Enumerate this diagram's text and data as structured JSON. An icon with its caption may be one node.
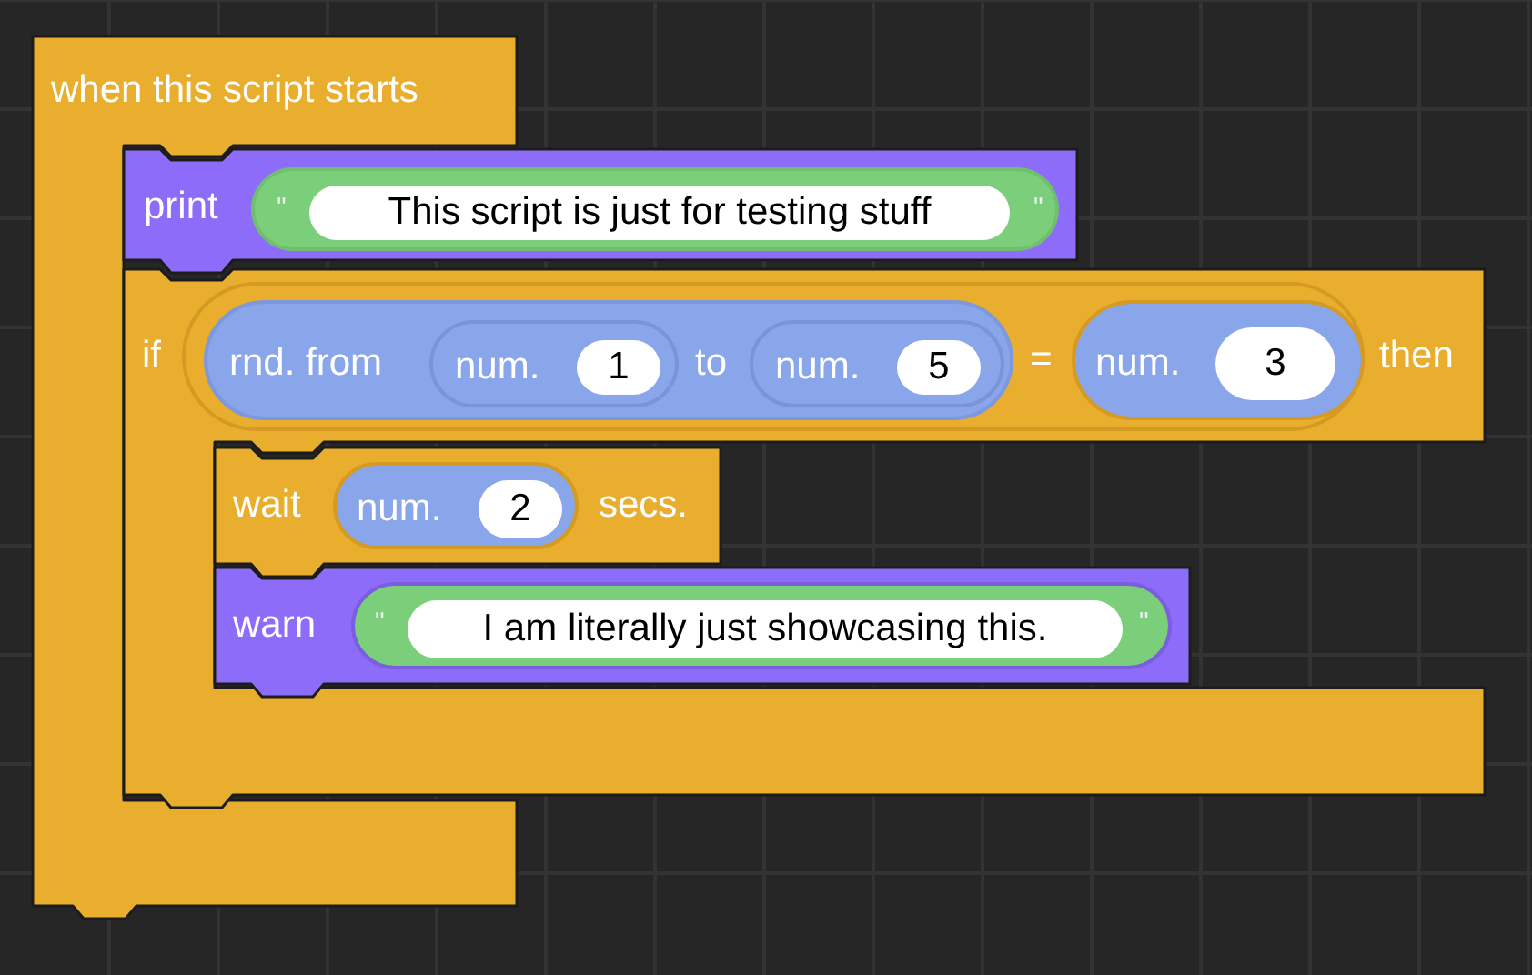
{
  "diagram": {
    "nodes": [
      {
        "text": [
          "when this script starts"
        ]
      },
      {
        "text": [
          "print"
        ]
      },
      {
        "text": [
          "\"",
          "\""
        ],
        "in": 1
      },
      {
        "text": [
          "This script is just for testing stuff"
        ],
        "in": 2
      },
      {
        "text": [
          "if",
          "then"
        ]
      },
      {
        "text": [
          "="
        ],
        "in": 4
      },
      {
        "text": [
          "rnd. from",
          "to"
        ],
        "in": 5
      },
      {
        "text": [
          "num."
        ],
        "in": 6
      },
      {
        "text": [
          "1"
        ],
        "in": 7
      },
      {
        "text": [
          "num."
        ],
        "in": 6
      },
      {
        "text": [
          "5"
        ],
        "in": 9
      },
      {
        "text": [
          "num."
        ],
        "in": 5
      },
      {
        "text": [
          "3"
        ],
        "in": 11
      },
      {
        "text": [
          "wait",
          "secs."
        ],
        "in": 4
      },
      {
        "text": [
          "num."
        ],
        "in": 13
      },
      {
        "text": [
          "2"
        ],
        "in": 14
      },
      {
        "text": [
          "warn"
        ],
        "in": 4
      },
      {
        "text": [
          "\"",
          "\""
        ],
        "in": 16
      },
      {
        "text": [
          "I am literally just showcasing this."
        ],
        "in": 17
      }
    ]
  }
}
